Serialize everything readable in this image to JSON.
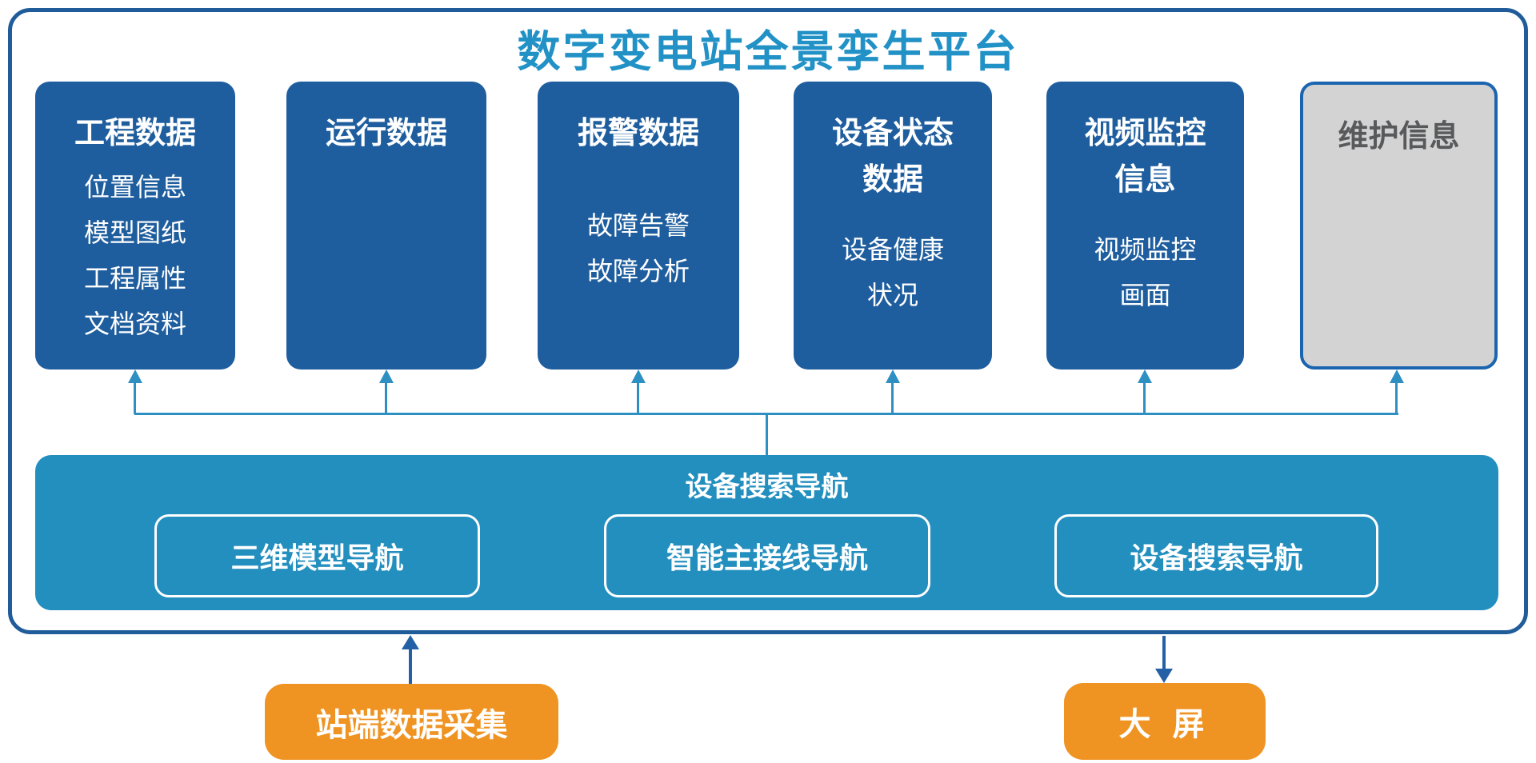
{
  "title": "数字变电站全景孪生平台",
  "colors": {
    "card_blue": "#1F5E9E",
    "nav_teal": "#238FBF",
    "connector_blue": "#2E90C2",
    "title_blue": "#2191C6",
    "orange": "#EF9322",
    "gray_fill": "#D3D3D3",
    "gray_text": "#58595B",
    "frame_border": "#205C9A",
    "dark_arrow": "#2360A5"
  },
  "columns": [
    {
      "title": [
        "工程数据"
      ],
      "items": [
        "位置信息",
        "模型图纸",
        "工程属性",
        "文档资料"
      ]
    },
    {
      "title": [
        "运行数据"
      ],
      "items": []
    },
    {
      "title": [
        "报警数据"
      ],
      "items": [
        "故障告警",
        "故障分析"
      ]
    },
    {
      "title": [
        "设备状态",
        "数据"
      ],
      "items": [
        "设备健康",
        "状况"
      ]
    },
    {
      "title": [
        "视频监控",
        "信息"
      ],
      "items": [
        "视频监控",
        "画面"
      ]
    },
    {
      "title": [
        "维护信息"
      ],
      "items": []
    }
  ],
  "navigation_bar": {
    "title": "设备搜索导航",
    "buttons": [
      "三维模型导航",
      "智能主接线导航",
      "设备搜索导航"
    ]
  },
  "bottom": {
    "source_box": "站端数据采集",
    "target_box": "大 屏"
  }
}
